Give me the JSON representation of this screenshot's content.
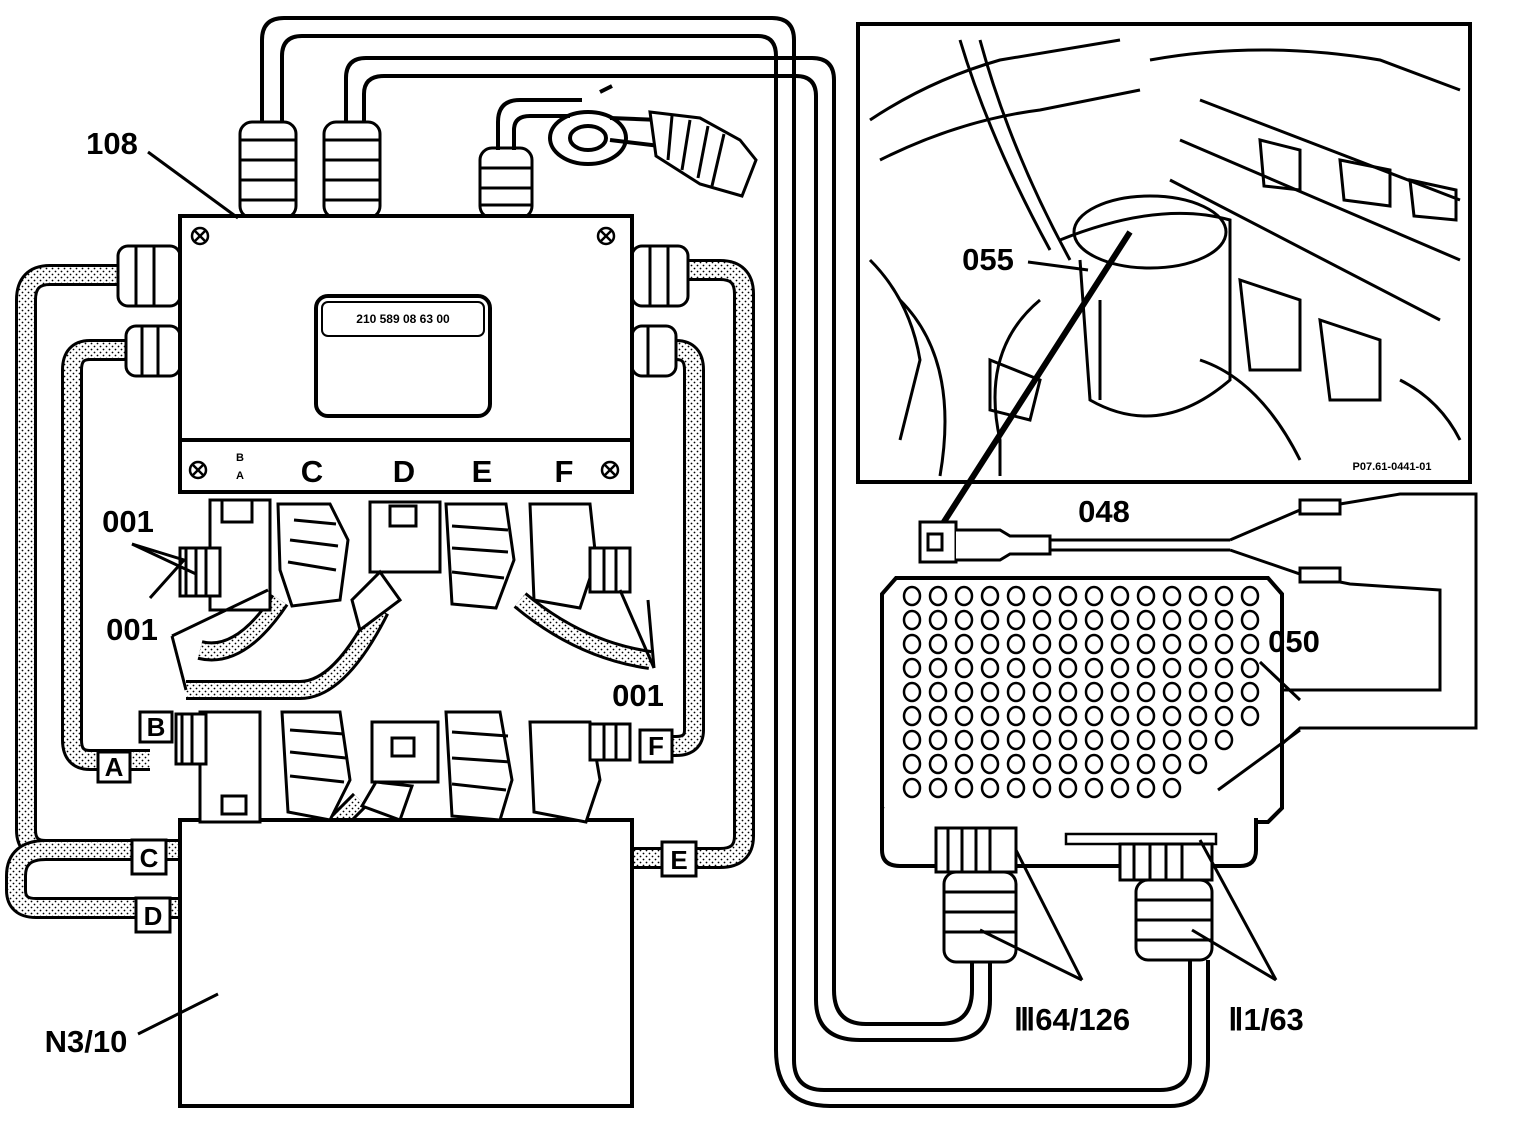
{
  "colors": {
    "ink": "#000000",
    "paper": "#ffffff",
    "harness_fill": "#d9d9d9"
  },
  "labels": {
    "part_108": "108",
    "part_055": "055",
    "part_048": "048",
    "part_050": "050",
    "part_001_a": "001",
    "part_001_b": "001",
    "part_001_c": "001",
    "n3_10": "N3/10",
    "socket_3": "Ⅲ64/126",
    "socket_2": "Ⅱ1/63",
    "label_plate": "210 589 08 63 00",
    "figure_code": "P07.61-0441-01"
  },
  "connector_strip": [
    "B",
    "A",
    "C",
    "D",
    "E",
    "F"
  ],
  "harness_letters": {
    "B": "B",
    "A": "A",
    "F": "F",
    "C": "C",
    "D": "D",
    "E": "E"
  },
  "icons": [
    "screw-icon",
    "plug-icon",
    "socket-box-icon"
  ]
}
